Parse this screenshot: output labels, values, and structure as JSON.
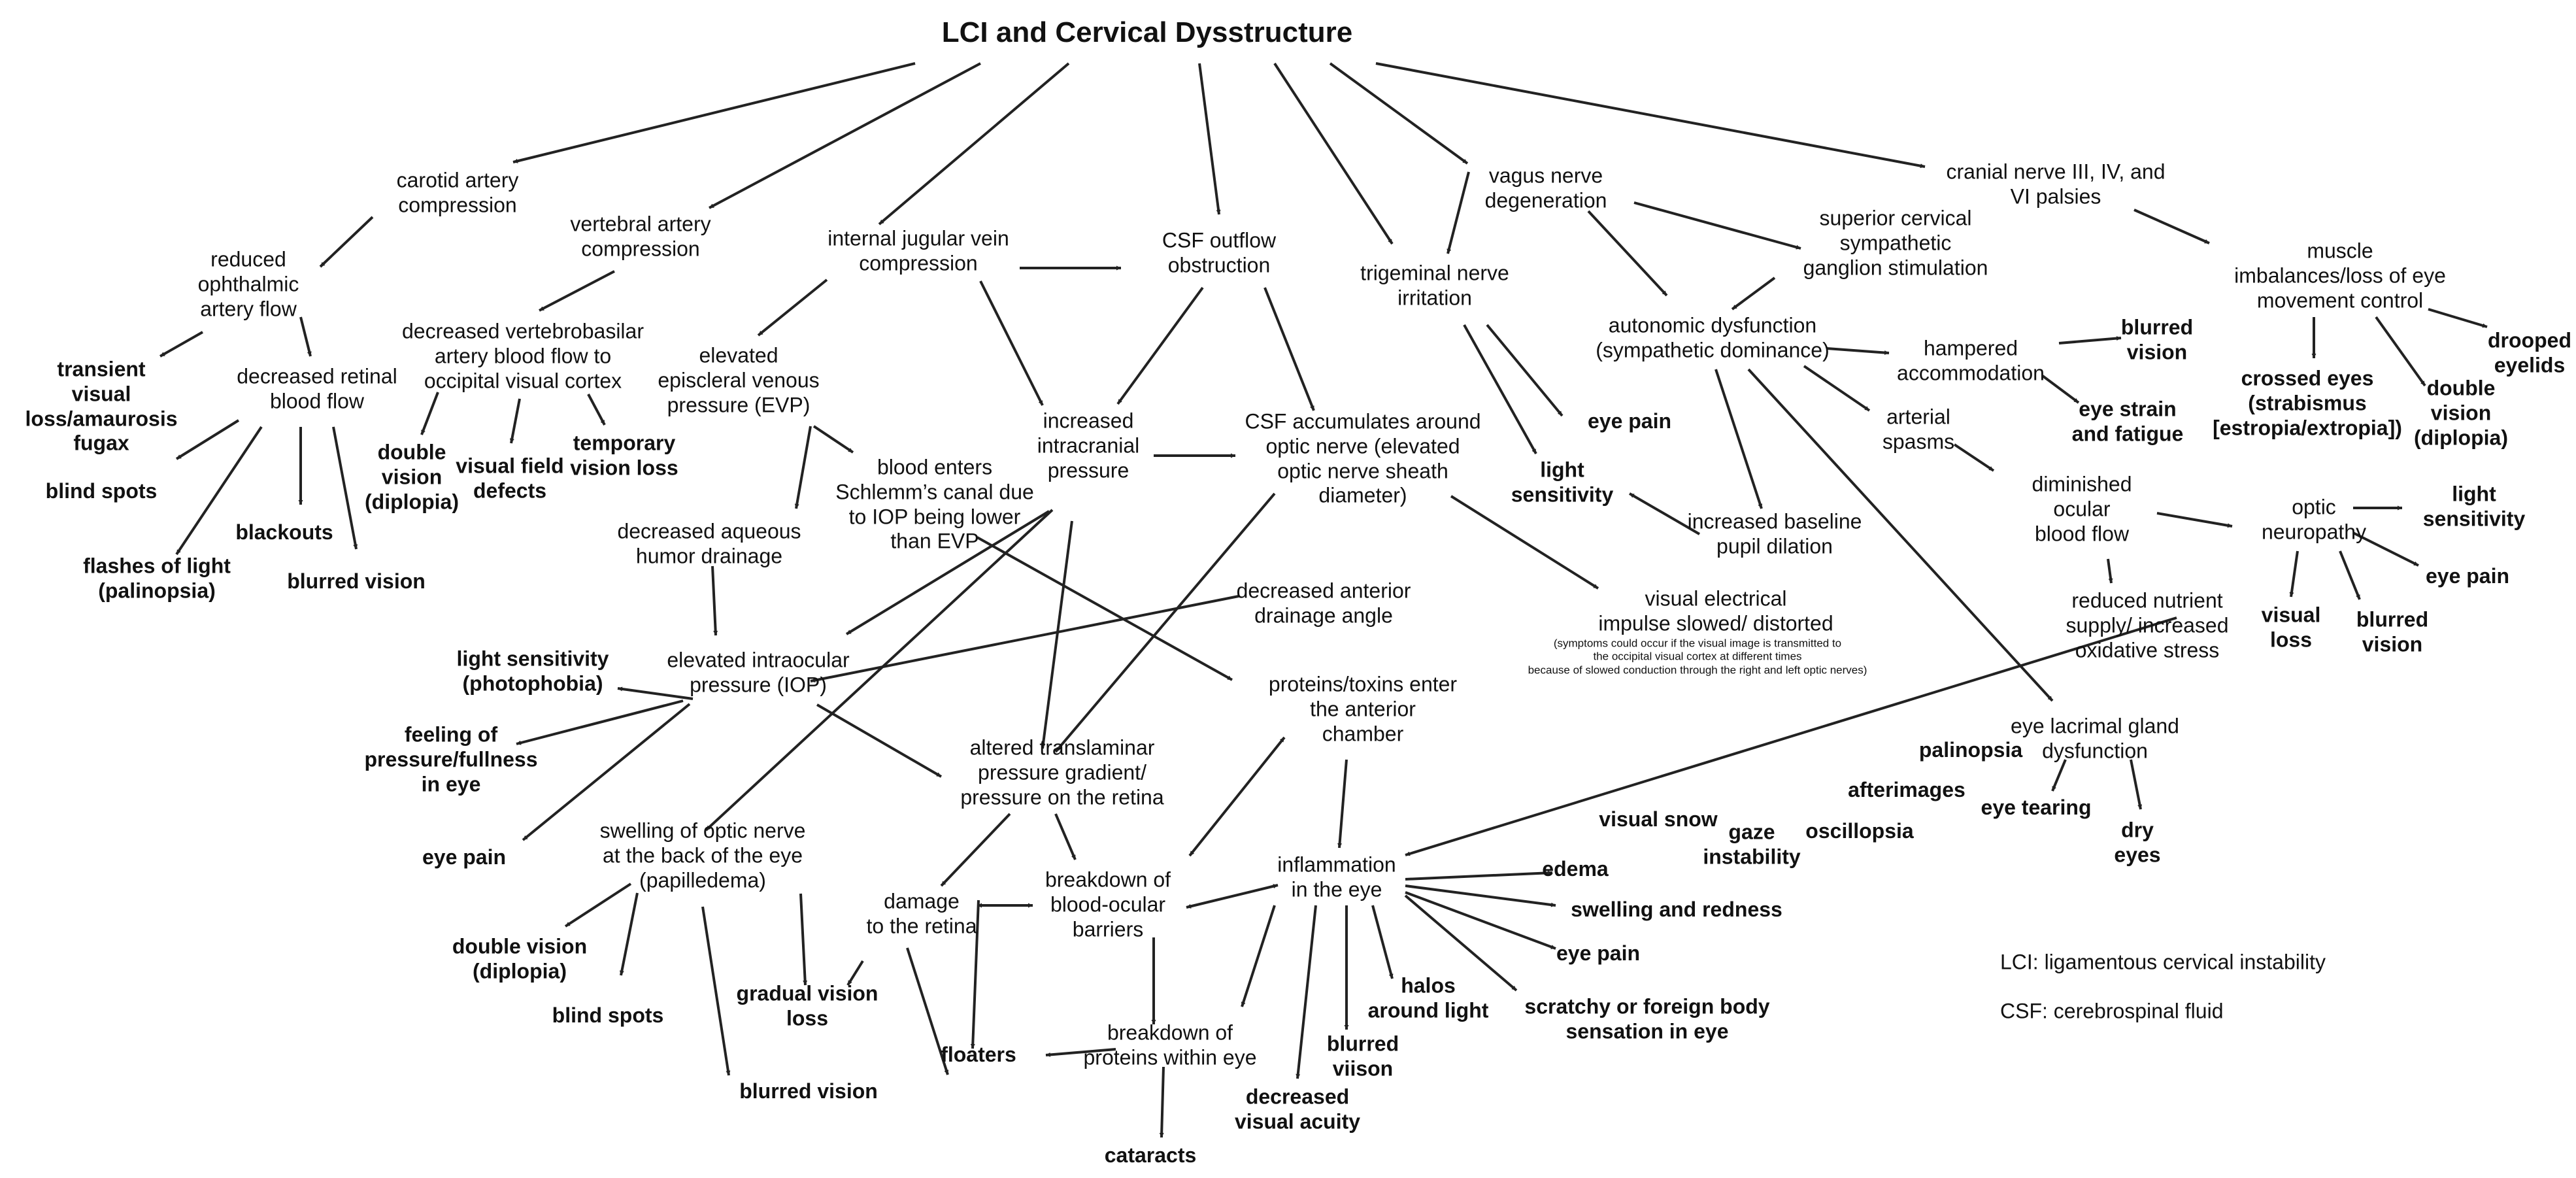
{
  "diagram": {
    "title": "LCI and Cervical Dysstructure",
    "nodes": {
      "carotid": "carotid artery\ncompression",
      "vertebral": "vertebral artery\ncompression",
      "jugular": "internal jugular vein\ncompression",
      "csfOutflow": "CSF outflow\nobstruction",
      "trigeminal": "trigeminal nerve\nirritation",
      "vagus": "vagus nerve\ndegeneration",
      "superiorCervical": "superior cervical\nsympathetic\nganglion stimulation",
      "cranialNerves": "cranial nerve III, IV, and\nVI palsies",
      "muscleImbalances": "muscle\nimbalances/loss of eye\nmovement control",
      "reducedOphthalmic": "reduced\nophthalmic\nartery flow",
      "transientLoss": "transient\nvisual\nloss/amaurosis\nfugax",
      "decreasedRetinal": "decreased retinal\nblood flow",
      "blindSpots1": "blind spots",
      "blackouts": "blackouts",
      "flashes": "flashes of light\n(palinopsia)",
      "blurredVision1": "blurred vision",
      "vertebrobasilar": "decreased vertebrobasilar\nartery blood flow to\noccipital visual cortex",
      "doubleVision1": "double\nvision\n(diplopia)",
      "visualFieldDefects": "visual field\ndefects",
      "tempVisionLoss": "temporary\nvision loss",
      "elevatedEVP": "elevated\nepiscleral venous\npressure (EVP)",
      "bloodSchlemm": "blood enters\nSchlemm’s canal due\nto IOP being lower\nthan EVP",
      "decreasedAqueous": "decreased aqueous\nhumor drainage",
      "increasedICP": "increased\nintracranial\npressure",
      "csfAccumulates": "CSF accumulates around\noptic nerve (elevated\noptic nerve sheath\ndiameter)",
      "decreasedAngle": "decreased anterior\ndrainage angle",
      "elevatedIOP": "elevated intraocular\npressure (IOP)",
      "lightSensitivityPhoto": "light sensitivity\n(photophobia)",
      "feelingPressure": "feeling of\npressure/fullness\nin eye",
      "eyePain1": "eye pain",
      "altered": "altered translaminar\npressure gradient/\npressure on the retina",
      "proteinsToxins": "proteins/toxins enter\nthe anterior\nchamber",
      "swellingOptic": "swelling of optic nerve\nat the back of the eye\n(papilledema)",
      "doubleVision2": "double vision\n(diplopia)",
      "blindSpots2": "blind spots",
      "damageRetina": "damage\nto the retina",
      "gradualLoss": "gradual vision\nloss",
      "blurredVision2": "blurred vision",
      "floaters": "floaters",
      "breakdownBarriers": "breakdown of\nblood-ocular\nbarriers",
      "breakdownProteins": "breakdown of\nproteins within eye",
      "cataracts": "cataracts",
      "inflammation": "inflammation\nin the eye",
      "edema": "edema",
      "swellingRedness": "swelling and redness",
      "eyePain2": "eye pain",
      "scratchy": "scratchy or foreign body\nsensation in eye",
      "halos": "halos\naround light",
      "blurredViison": "blurred\nviison",
      "decreasedAcuity": "decreased\nvisual acuity",
      "eyePain3": "eye pain",
      "lightSensitivity1": "light\nsensitivity",
      "autonomic": "autonomic dysfunction\n(sympathetic dominance)",
      "increasedPupil": "increased baseline\npupil dilation",
      "visualElectrical": "visual electrical\nimpulse slowed/ distorted",
      "symptomsNote": "(symptoms could occur if the visual image is transmitted to\nthe occipital visual cortex at different times\nbecause of slowed conduction through the right and left optic nerves)",
      "visualSnow": "visual snow",
      "gazeInstability": "gaze\ninstability",
      "oscillopsia": "oscillopsia",
      "afterimages": "afterimages",
      "palinopsia": "palinopsia",
      "hamperedAccommodation": "hampered\naccommodation",
      "blurredVision3": "blurred\nvision",
      "eyeStrain": "eye strain\nand fatigue",
      "arterialSpasms": "arterial\nspasms",
      "diminishedOcular": "diminished\nocular\nblood flow",
      "opticNeuropathy": "optic\nneuropathy",
      "lightSensitivity2": "light\nsensitivity",
      "eyePain4": "eye pain",
      "visualLoss": "visual\nloss",
      "blurredVision4": "blurred\nvision",
      "reducedNutrient": "reduced nutrient\nsupply/ increased\noxidative stress",
      "lacrimal": "eye lacrimal gland\ndysfunction",
      "eyeTearing": "eye tearing",
      "dryEyes": "dry\neyes",
      "crossedEyes": "crossed eyes\n(strabismus\n[estropia/extropia])",
      "doubleVision3": "double vision\n(diplopia)",
      "droopedEyelids": "drooped\neyelids"
    },
    "legend": [
      "LCI: ligamentous cervical instability",
      "CSF: cerebrospinal fluid"
    ],
    "line_color": "#222222"
  }
}
